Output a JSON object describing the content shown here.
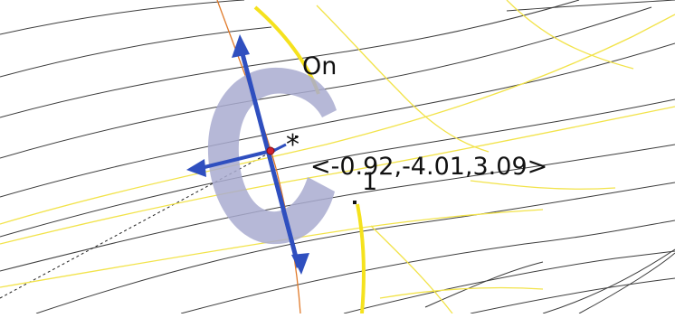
{
  "viewport": {
    "snap_label": "On",
    "coordinate_readout": "<-0.92,-4.01,3.09>",
    "point_index": "1",
    "cursor_glyph": "*",
    "colors": {
      "background": "#ffffff",
      "wire_gray": "#3c3c3c",
      "curve_yellow": "#f2e34a",
      "guide_orange": "#e07a2a",
      "handle_blue": "#2f4fbf",
      "gizmo_ring": "#a9acd0",
      "pivot_red": "#d0212f"
    },
    "icons": {
      "pivot": "pivot-point-icon",
      "cursor": "asterisk-cursor-icon",
      "rotation_ring": "rotation-ring-icon"
    }
  }
}
